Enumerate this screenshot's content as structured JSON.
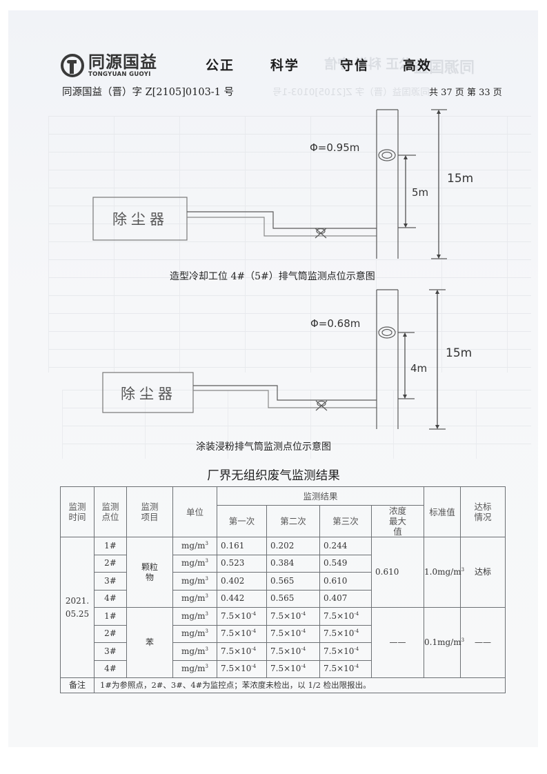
{
  "header": {
    "logo_cn": "同源国益",
    "logo_en": "TONGYUAN GUOYI",
    "motto": [
      "公正",
      "科学",
      "守信",
      "高效"
    ],
    "doc_number": "同源国益（晋）字 Z[2105]0103-1 号",
    "page_info": "共 37 页   第 33 页"
  },
  "diagram1": {
    "box_label": "除尘器",
    "diameter": "Φ=0.95m",
    "sample_height": "5m",
    "stack_height": "15m",
    "caption": "造型冷却工位 4#（5#）排气筒监测点位示意图"
  },
  "diagram2": {
    "box_label": "除尘器",
    "diameter": "Φ=0.68m",
    "sample_height": "4m",
    "stack_height": "15m",
    "caption": "涂装浸粉排气筒监测点位示意图"
  },
  "table": {
    "title": "厂界无组织废气监测结果",
    "headers": {
      "time": "监测时间",
      "point": "监测点位",
      "item": "监测项目",
      "unit": "单位",
      "results": "监测结果",
      "first": "第一次",
      "second": "第二次",
      "third": "第三次",
      "max": "浓度最大值",
      "standard": "标准值",
      "status": "达标情况"
    },
    "date_line1": "2021.",
    "date_line2": "05.25",
    "groups": [
      {
        "item": "颗粒物",
        "max": "0.610",
        "standard": "1.0mg/m",
        "standard_sup": "3",
        "status": "达标",
        "rows": [
          {
            "point": "1#",
            "unit": "mg/m",
            "unit_sup": "3",
            "v1": "0.161",
            "v2": "0.202",
            "v3": "0.244"
          },
          {
            "point": "2#",
            "unit": "mg/m",
            "unit_sup": "3",
            "v1": "0.523",
            "v2": "0.384",
            "v3": "0.549"
          },
          {
            "point": "3#",
            "unit": "mg/m",
            "unit_sup": "3",
            "v1": "0.402",
            "v2": "0.565",
            "v3": "0.610"
          },
          {
            "point": "4#",
            "unit": "mg/m",
            "unit_sup": "3",
            "v1": "0.442",
            "v2": "0.565",
            "v3": "0.407"
          }
        ]
      },
      {
        "item": "苯",
        "max": "——",
        "standard": "0.1mg/m",
        "standard_sup": "3",
        "status": "——",
        "rows": [
          {
            "point": "1#",
            "unit": "mg/m",
            "unit_sup": "3",
            "v1": "7.5×10",
            "v1_sup": "-4",
            "v2": "7.5×10",
            "v2_sup": "-4",
            "v3": "7.5×10",
            "v3_sup": "-4"
          },
          {
            "point": "2#",
            "unit": "mg/m",
            "unit_sup": "3",
            "v1": "7.5×10",
            "v1_sup": "-4",
            "v2": "7.5×10",
            "v2_sup": "-4",
            "v3": "7.5×10",
            "v3_sup": "-4"
          },
          {
            "point": "3#",
            "unit": "mg/m",
            "unit_sup": "3",
            "v1": "7.5×10",
            "v1_sup": "-4",
            "v2": "7.5×10",
            "v2_sup": "-4",
            "v3": "7.5×10",
            "v3_sup": "-4"
          },
          {
            "point": "4#",
            "unit": "mg/m",
            "unit_sup": "3",
            "v1": "7.5×10",
            "v1_sup": "-4",
            "v2": "7.5×10",
            "v2_sup": "-4",
            "v3": "7.5×10",
            "v3_sup": "-4"
          }
        ]
      }
    ],
    "note_label": "备注",
    "note_text": "1#为参照点，2#、3#、4#为监控点；苯浓度未检出，以 1/2 检出限报出。"
  },
  "colors": {
    "scan_tint": "#f1f3f7",
    "ink": "#2b2b2b",
    "table_border": "#6b6f73",
    "diagram_line": "#555555"
  }
}
